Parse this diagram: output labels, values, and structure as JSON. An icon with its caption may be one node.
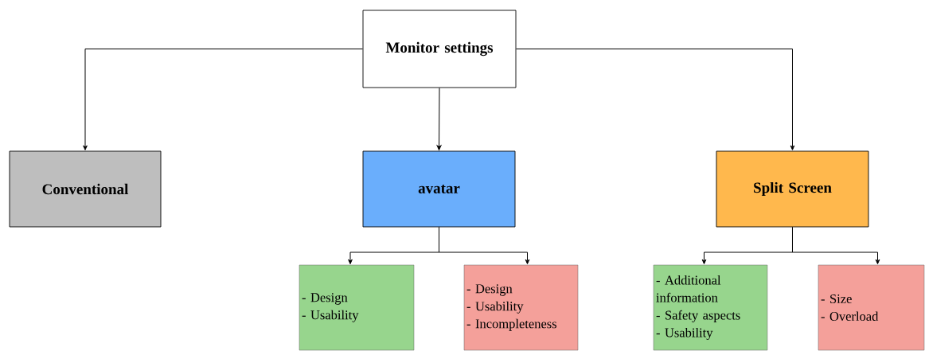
{
  "diagram": {
    "nodes": [
      {
        "text": [
          "Monitor settings"
        ]
      },
      {
        "text": [
          "Conventional"
        ]
      },
      {
        "text": [
          "avatar"
        ]
      },
      {
        "text": [
          "Split Screen"
        ]
      },
      {
        "text": [
          "- Design",
          "- Usability"
        ]
      },
      {
        "text": [
          "- Design",
          "- Usability",
          "- Incompleteness"
        ]
      },
      {
        "text": [
          "- Additional information",
          "- Safety aspects",
          "- Usability"
        ]
      },
      {
        "text": [
          "- Size",
          "- Overload"
        ]
      }
    ],
    "edges": [
      {
        "from": 0,
        "to": 1,
        "arrow": "to"
      },
      {
        "from": 0,
        "to": 2,
        "arrow": "to"
      },
      {
        "from": 0,
        "to": 3,
        "arrow": "to"
      },
      {
        "from": 2,
        "to": 4,
        "arrow": "to"
      },
      {
        "from": 2,
        "to": 5,
        "arrow": "to"
      },
      {
        "from": 3,
        "to": 6,
        "arrow": "to"
      },
      {
        "from": 3,
        "to": 7,
        "arrow": "to"
      }
    ]
  }
}
